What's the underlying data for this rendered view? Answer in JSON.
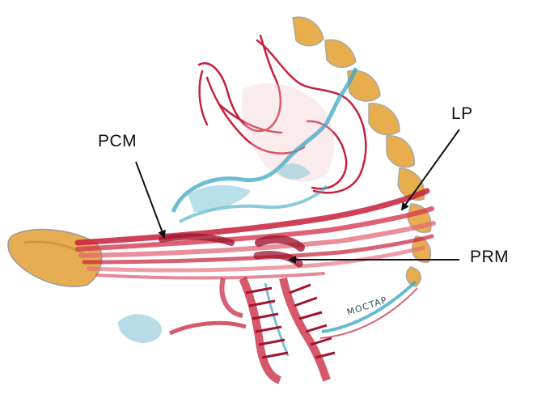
{
  "labels": {
    "pcm": "PCM",
    "lp": "LP",
    "prm": "PRM"
  },
  "signature": "MOCTAP",
  "colors": {
    "muscle": "#c8203a",
    "muscle_light": "#e66a7a",
    "bone": "#e0a13a",
    "fascia": "#3ea7c4",
    "ink": "#111111"
  }
}
